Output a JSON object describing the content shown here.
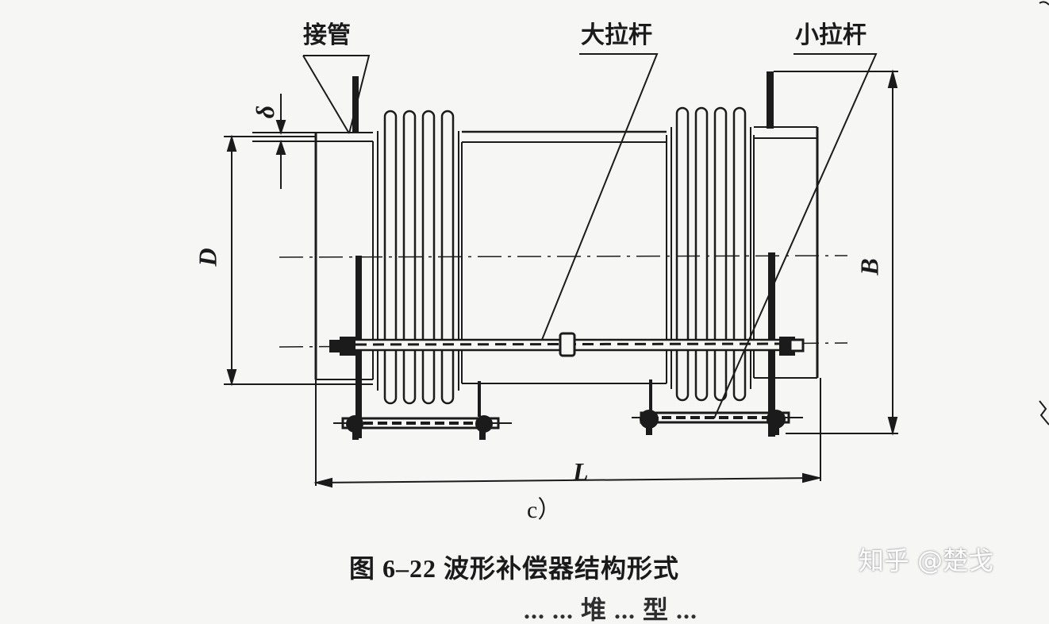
{
  "labels": {
    "connecting_pipe": "接管",
    "large_tie_rod": "大拉杆",
    "small_tie_rod": "小拉杆"
  },
  "dimensions": {
    "wall_thickness": "δ",
    "diameter": "D",
    "overall_height": "B",
    "length": "L"
  },
  "subfigure": "c）",
  "caption": "图 6–22   波形补偿器结构形式",
  "cut_off_bottom_text": "... ... 堆 ... 型 ...",
  "watermark": "知乎 @楚戈"
}
